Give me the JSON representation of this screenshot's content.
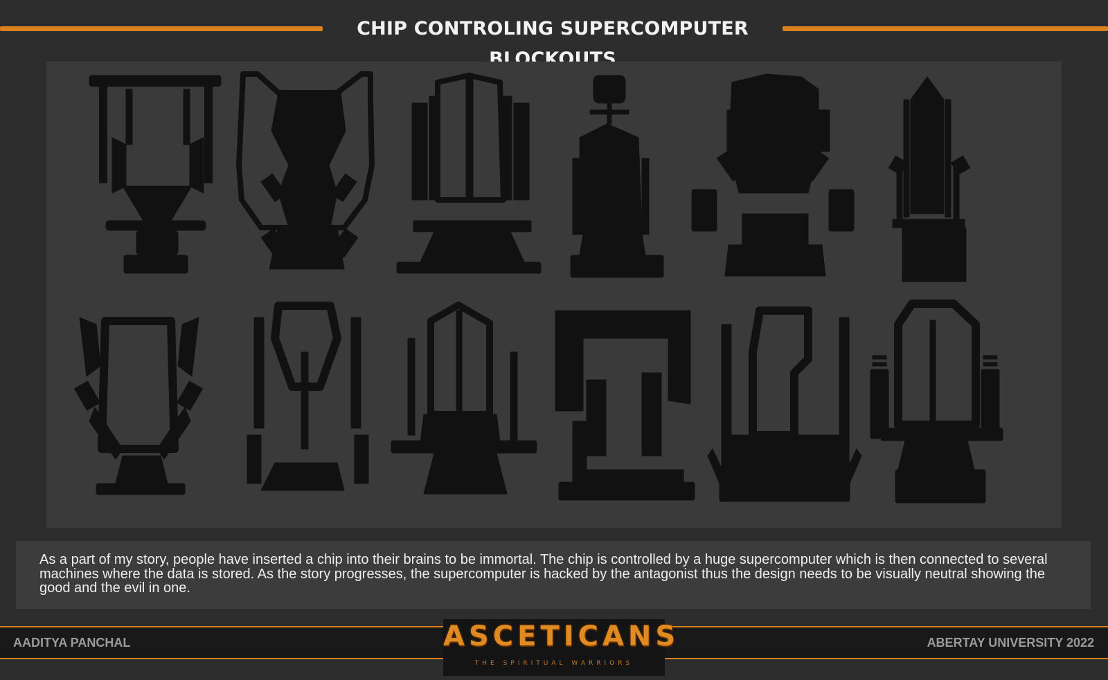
{
  "header": {
    "title": "CHIP CONTROLING SUPERCOMPUTER BLOCKOUTS"
  },
  "description": {
    "text": "As a part of my story, people have inserted a chip into their brains to be immortal. The chip is controlled by a huge supercomputer which is then connected to several machines where the data is stored. As the story progresses, the supercomputer is hacked by the antagonist thus the design needs to be visually neutral showing the good and the evil in one."
  },
  "footer": {
    "author": "AADITYA PANCHAL",
    "institution": "ABERTAY UNIVERSITY 2022",
    "logo_title": "ASCETICANS",
    "logo_subtitle": "THE SPIRITUAL WARRIORS"
  },
  "blockouts": {
    "count": 12,
    "rows": 2,
    "per_row": 6,
    "silhouette_color": "#111111"
  },
  "colors": {
    "accent": "#d9801f",
    "background": "#2d2d2d",
    "panel": "#3a3a3a",
    "text": "#eeeeee"
  }
}
